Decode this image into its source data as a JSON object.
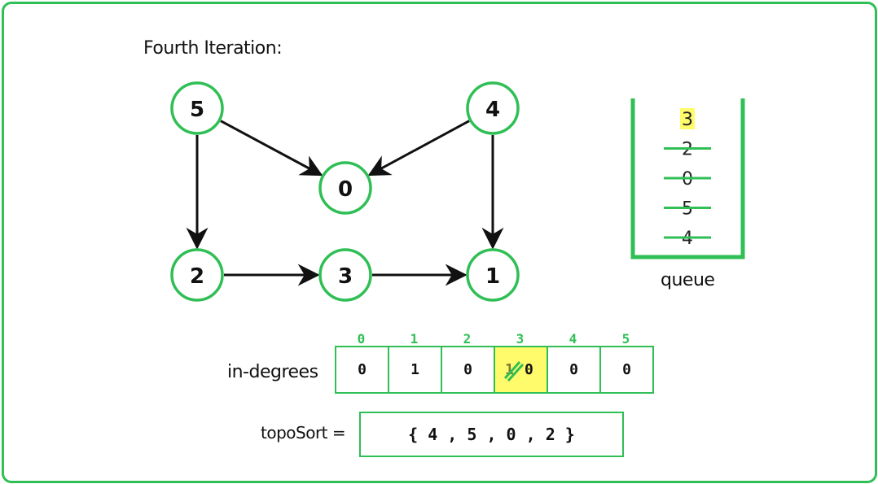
{
  "title": "Fourth Iteration:",
  "graph": {
    "nodes": [
      {
        "id": "5",
        "label": "5"
      },
      {
        "id": "4",
        "label": "4"
      },
      {
        "id": "0",
        "label": "0"
      },
      {
        "id": "2",
        "label": "2"
      },
      {
        "id": "3",
        "label": "3"
      },
      {
        "id": "1",
        "label": "1"
      }
    ],
    "edges": [
      {
        "from": "5",
        "to": "0"
      },
      {
        "from": "4",
        "to": "0"
      },
      {
        "from": "5",
        "to": "2"
      },
      {
        "from": "4",
        "to": "1"
      },
      {
        "from": "2",
        "to": "3"
      },
      {
        "from": "3",
        "to": "1"
      }
    ]
  },
  "queue": {
    "label": "queue",
    "items": [
      {
        "value": "3",
        "highlighted": true,
        "removed": false
      },
      {
        "value": "2",
        "highlighted": false,
        "removed": true
      },
      {
        "value": "0",
        "highlighted": false,
        "removed": true
      },
      {
        "value": "5",
        "highlighted": false,
        "removed": true
      },
      {
        "value": "4",
        "highlighted": false,
        "removed": true
      }
    ]
  },
  "indegrees": {
    "label": "in-degrees",
    "indices": [
      "0",
      "1",
      "2",
      "3",
      "4",
      "5"
    ],
    "values": [
      "0",
      "1",
      "0",
      "0",
      "0",
      "0"
    ],
    "changed": {
      "index": 3,
      "old": "1",
      "new": "0"
    }
  },
  "topo": {
    "label": "topoSort =",
    "value": "{ 4 , 5 , 0 , 2 }"
  },
  "colors": {
    "accent": "#2fbf55",
    "highlight": "#fffb6b"
  }
}
